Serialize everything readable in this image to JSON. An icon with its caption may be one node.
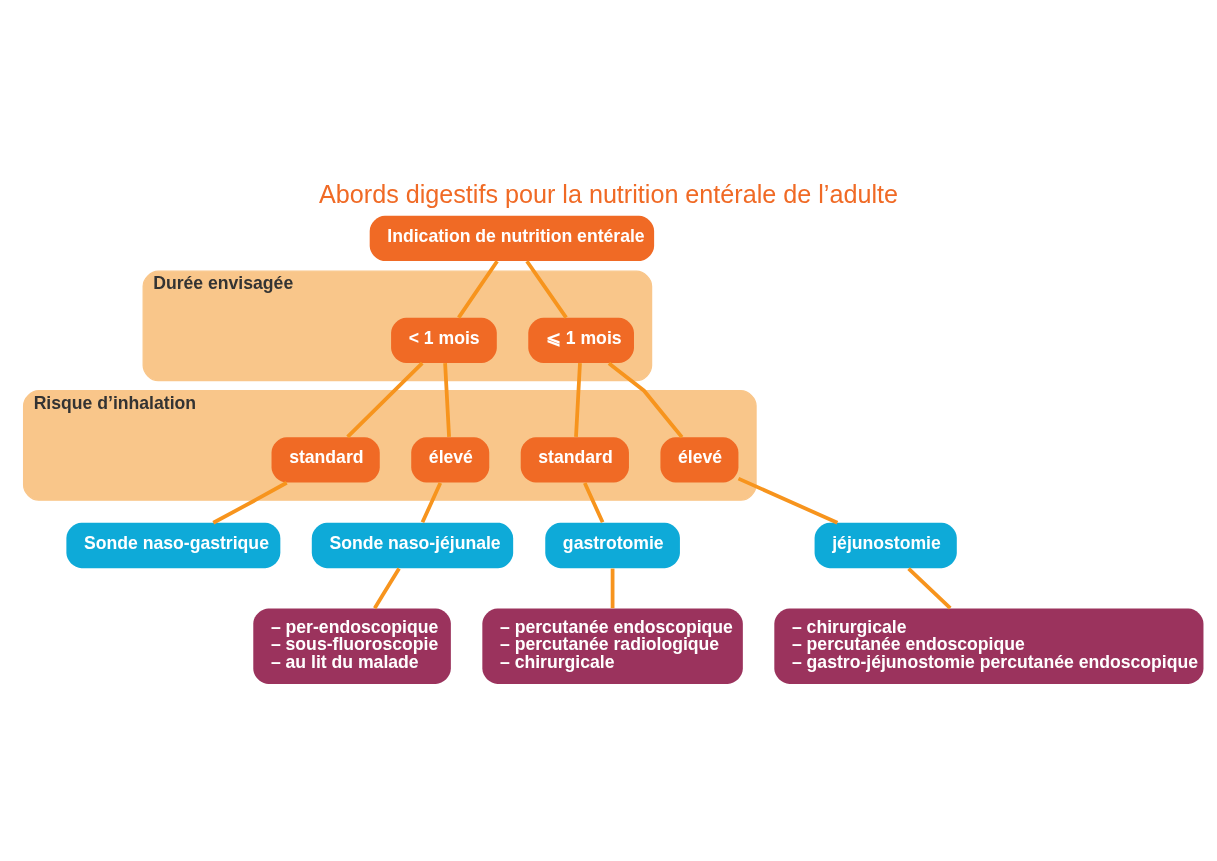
{
  "diagram": {
    "title": "Abords digestifs pour la nutrition entérale de l’adulte",
    "nodes": [
      {
        "text": [
          "Indication de nutrition entérale"
        ]
      },
      {
        "text": [
          "Durée envisagée"
        ]
      },
      {
        "text": [
          "< 1 mois"
        ],
        "in": 1
      },
      {
        "text": [
          "⩽ 1 mois"
        ],
        "in": 1
      },
      {
        "text": [
          "Risque d’inhalation"
        ]
      },
      {
        "text": [
          "standard"
        ],
        "in": 4
      },
      {
        "text": [
          "élevé"
        ],
        "in": 4
      },
      {
        "text": [
          "standard"
        ],
        "in": 4
      },
      {
        "text": [
          "élevé"
        ],
        "in": 4
      },
      {
        "text": [
          "Sonde naso-gastrique"
        ]
      },
      {
        "text": [
          "Sonde naso-jéjunale"
        ]
      },
      {
        "text": [
          "gastrotomie"
        ]
      },
      {
        "text": [
          "jéjunostomie"
        ]
      },
      {
        "text": [
          "– per-endoscopique",
          "– sous-fluoroscopie",
          "– au lit du malade"
        ]
      },
      {
        "text": [
          "– percutanée endoscopique",
          "– percutanée radiologique",
          "– chirurgicale"
        ]
      },
      {
        "text": [
          "– chirurgicale",
          "– percutanée endoscopique",
          "– gastro-jéjunostomie percutanée endoscopique"
        ]
      }
    ],
    "edges": [
      {
        "from": 0,
        "to": 2,
        "arrow": "none"
      },
      {
        "from": 0,
        "to": 3,
        "arrow": "none"
      },
      {
        "from": 2,
        "to": 5,
        "arrow": "none"
      },
      {
        "from": 2,
        "to": 6,
        "arrow": "none"
      },
      {
        "from": 3,
        "to": 7,
        "arrow": "none"
      },
      {
        "from": 3,
        "to": 8,
        "arrow": "none"
      },
      {
        "from": 5,
        "to": 9,
        "arrow": "none"
      },
      {
        "from": 6,
        "to": 10,
        "arrow": "none"
      },
      {
        "from": 7,
        "to": 11,
        "arrow": "none"
      },
      {
        "from": 8,
        "to": 12,
        "arrow": "none"
      },
      {
        "from": 10,
        "to": 13,
        "arrow": "none"
      },
      {
        "from": 11,
        "to": 14,
        "arrow": "none"
      },
      {
        "from": 12,
        "to": 15,
        "arrow": "none"
      }
    ]
  }
}
